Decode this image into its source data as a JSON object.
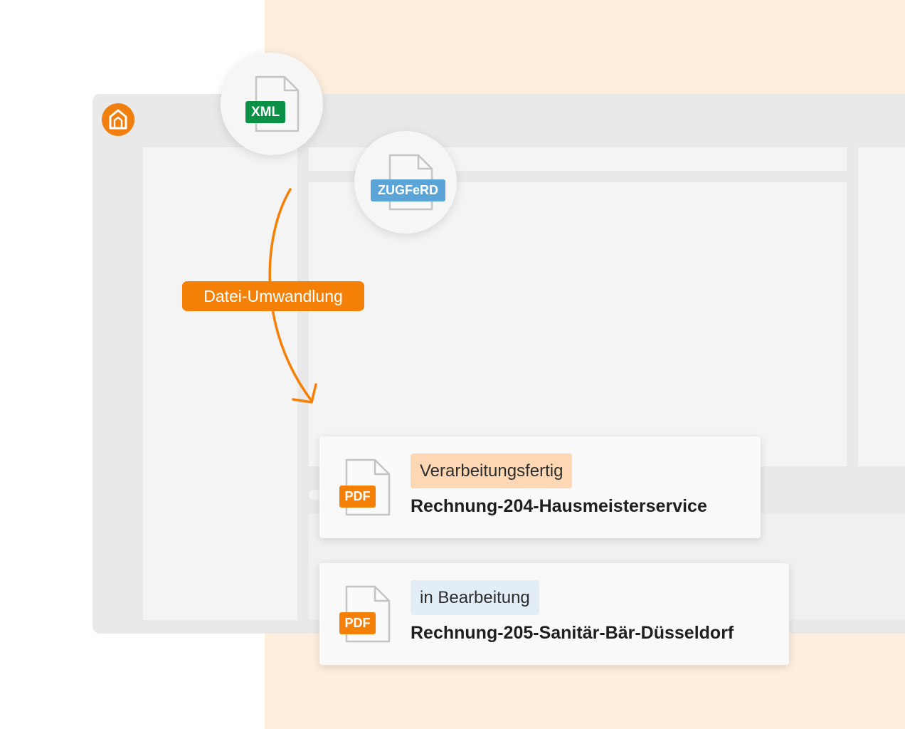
{
  "colors": {
    "accent": "#f58008",
    "peach": "#fdeedd",
    "xml_tag": "#0a9146",
    "zugferd_tag": "#5aa4d8",
    "status_ready_bg": "#fed7b4",
    "status_processing_bg": "#e3edf7"
  },
  "files": {
    "xml_tag": "XML",
    "zugferd_tag": "ZUGFeRD"
  },
  "conversion": {
    "label": "Datei-Umwandlung"
  },
  "cards": [
    {
      "file_type": "PDF",
      "status": "Verarbeitungsfertig",
      "title": "Rechnung-204-Hausmeisterservice"
    },
    {
      "file_type": "PDF",
      "status": "in Bearbeitung",
      "title": "Rechnung-205-Sanitär-Bär-Düsseldorf"
    }
  ]
}
